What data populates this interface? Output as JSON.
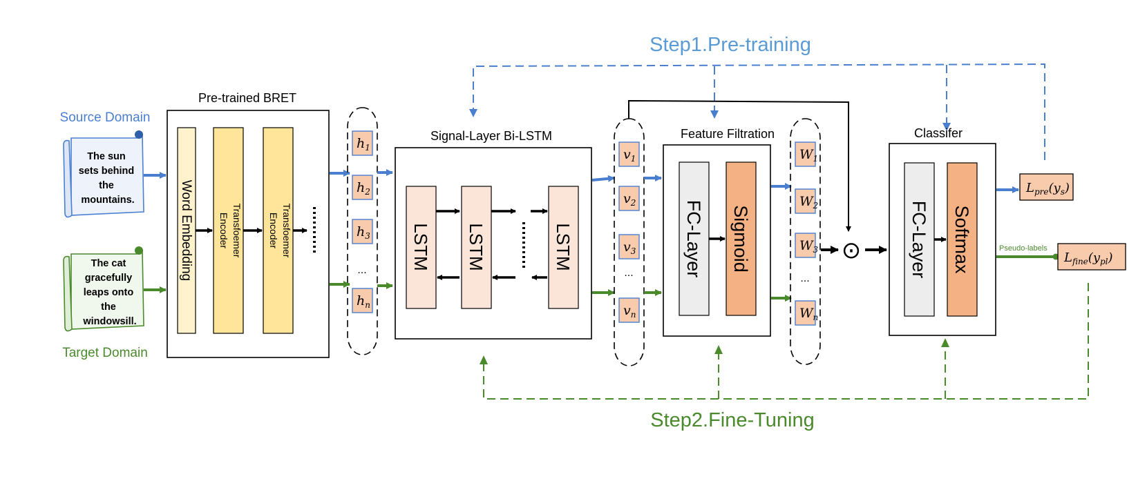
{
  "steps": {
    "pretrain": "Step1.Pre-training",
    "finetune": "Step2.Fine-Tuning"
  },
  "inputs": {
    "source_label": "Source Domain",
    "target_label": "Target Domain",
    "source_text": [
      "The sun",
      "sets behind",
      "the",
      "mountains."
    ],
    "target_text": [
      "The cat",
      "gracefully",
      "leaps onto",
      "the",
      "windowsill."
    ]
  },
  "bert": {
    "title": "Pre-trained BRET",
    "word_embedding": "Word Embedding",
    "encoder_1": [
      "Transfoemer",
      "Encoder"
    ],
    "encoder_2": [
      "Transfoemer",
      "Encoder"
    ]
  },
  "h": {
    "items": [
      "h",
      "h",
      "h",
      "h"
    ],
    "subs": [
      "1",
      "2",
      "3",
      "n"
    ],
    "ellipsis": "..."
  },
  "bilstm": {
    "title": "Signal-Layer Bi-LSTM",
    "cell": "LSTM"
  },
  "v": {
    "items": [
      "v",
      "v",
      "v",
      "v"
    ],
    "subs": [
      "1",
      "2",
      "3",
      "n"
    ],
    "ellipsis": "..."
  },
  "filtration": {
    "title": "Feature Filtration",
    "fc": "FC-Layer",
    "sigmoid": "Sigmoid"
  },
  "w": {
    "items": [
      "W",
      "W",
      "W",
      "W"
    ],
    "subs": [
      "1",
      "2",
      "3",
      "n"
    ],
    "ellipsis": "..."
  },
  "odot": "⊙",
  "classifier": {
    "title": "Classifer",
    "fc": "FC-Layer",
    "softmax": "Softmax"
  },
  "losses": {
    "pre": {
      "main": "L",
      "sub": "pre",
      "arg": "(y",
      "arg_sub": "s",
      "close": ")"
    },
    "fine": {
      "main": "L",
      "sub": "fine",
      "arg": "(y",
      "arg_sub": "pl",
      "close": ")"
    },
    "pseudo": "Pseudo-labels"
  },
  "colors": {
    "blue": "#4a7fd0",
    "green": "#4a8a2c",
    "box_fill": "#f5c8a8",
    "yellow": "#fde6a0",
    "lstm": "#fbe5d8",
    "orange": "#f4b183",
    "gray": "#ededed"
  }
}
